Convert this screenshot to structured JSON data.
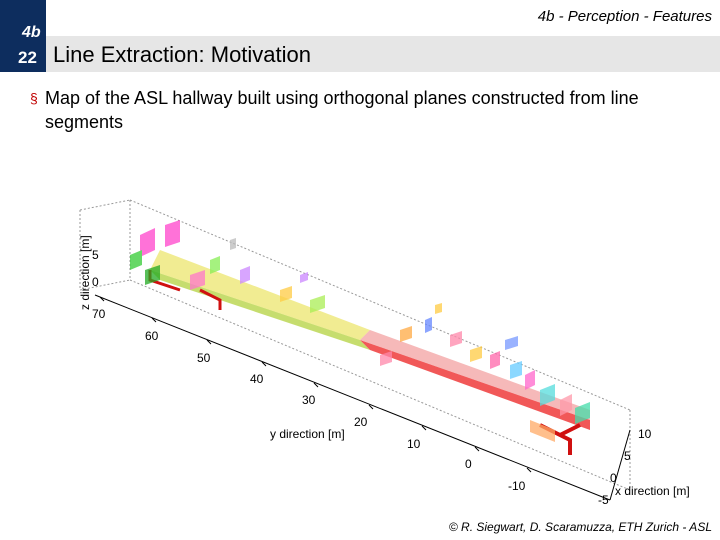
{
  "header": {
    "section": "4b - Perception - Features"
  },
  "badge": {
    "chapter": "4b",
    "slide_number": "22"
  },
  "title": "Line Extraction: Motivation",
  "bullet": {
    "marker": "§",
    "text": "Map of the ASL hallway built using orthogonal planes constructed from line segments"
  },
  "figure": {
    "z_label": "z direction [m]",
    "y_label": "y direction [m]",
    "x_label": "x direction [m]",
    "z_ticks": [
      "5",
      "0"
    ],
    "y_ticks": [
      "70",
      "60",
      "50",
      "40",
      "30",
      "20",
      "10",
      "0",
      "-10"
    ],
    "x_ticks": [
      "10",
      "5",
      "0",
      "-5"
    ]
  },
  "footer": "© R. Siegwart, D. Scaramuzza, ETH Zurich - ASL"
}
